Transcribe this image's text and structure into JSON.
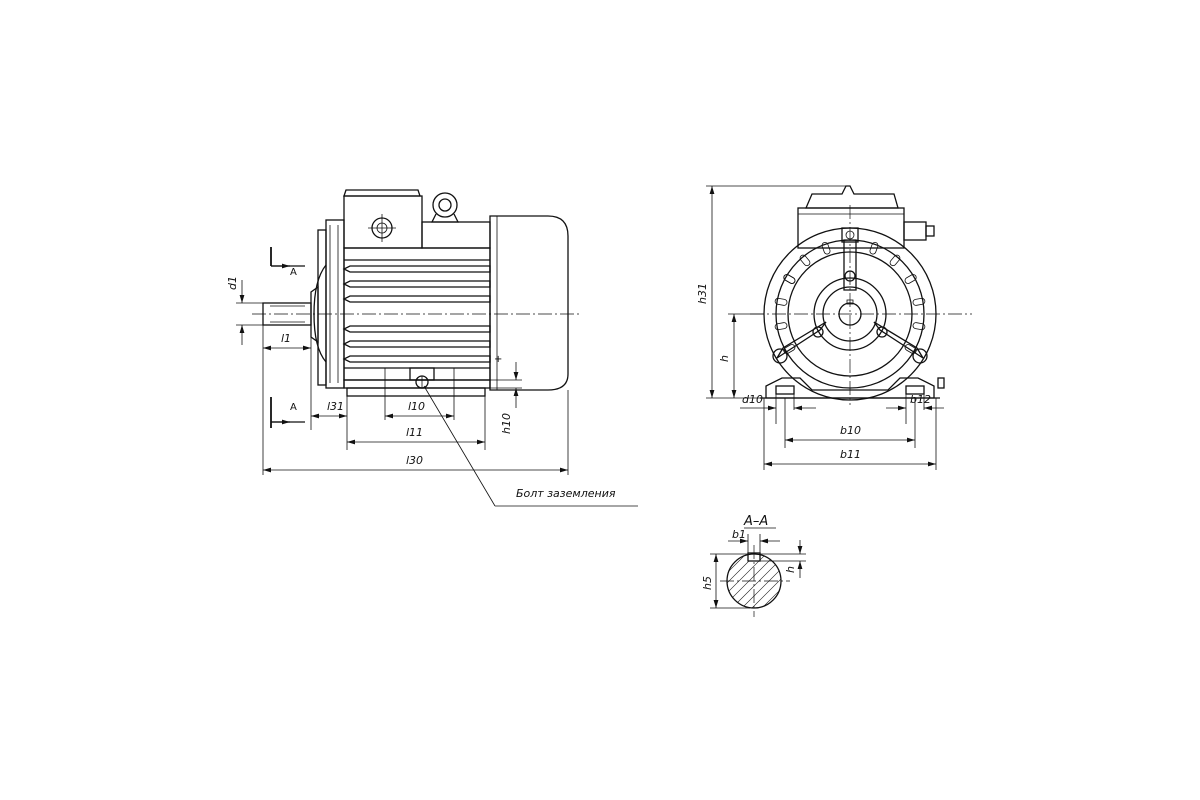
{
  "side_view": {
    "dims": {
      "d1": "d1",
      "l1": "l1",
      "l31": "l31",
      "l10": "l10",
      "l11": "l11",
      "l30": "l30",
      "h10": "h10"
    },
    "section_mark_top": "A",
    "section_mark_bottom": "A",
    "plus_mark": "+",
    "ground_bolt_label": "Болт заземления"
  },
  "front_view": {
    "dims": {
      "h31": "h31",
      "h": "h",
      "d10": "d10",
      "b12": "b12",
      "b10": "b10",
      "b11": "b11"
    }
  },
  "section_view": {
    "title": "A–A",
    "dims": {
      "b1": "b1",
      "h": "h",
      "h5": "h5"
    }
  }
}
